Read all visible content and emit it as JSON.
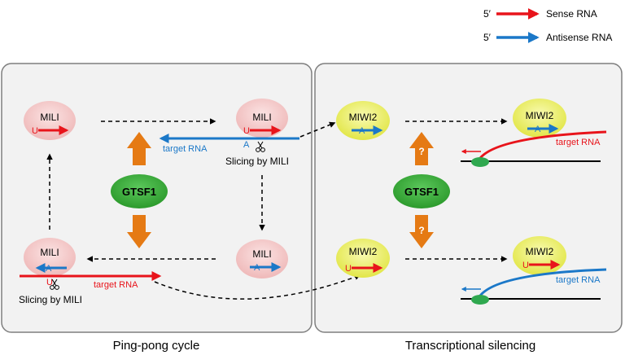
{
  "legend": {
    "prime": "5′",
    "sense": "Sense RNA",
    "antisense": "Antisense RNA"
  },
  "colors": {
    "sense": "#e8141b",
    "antisense": "#1b78c8",
    "mili_fill": "#f2c4c4",
    "miwi2_fill": "#eef06a",
    "gtsf1_fill": "#3cae3c",
    "orange": "#e57a14",
    "panel_fill": "#f2f2f2",
    "panel_stroke": "#7f7f7f"
  },
  "panels": {
    "left_caption": "Ping-pong cycle",
    "right_caption": "Transcriptional silencing"
  },
  "proteins": {
    "mili": "MILI",
    "miwi2": "MIWI2",
    "gtsf1": "GTSF1"
  },
  "bases": {
    "u": "U",
    "a": "A"
  },
  "labels": {
    "target_rna": "target RNA",
    "slicing": "Slicing by MILI",
    "question": "?"
  }
}
